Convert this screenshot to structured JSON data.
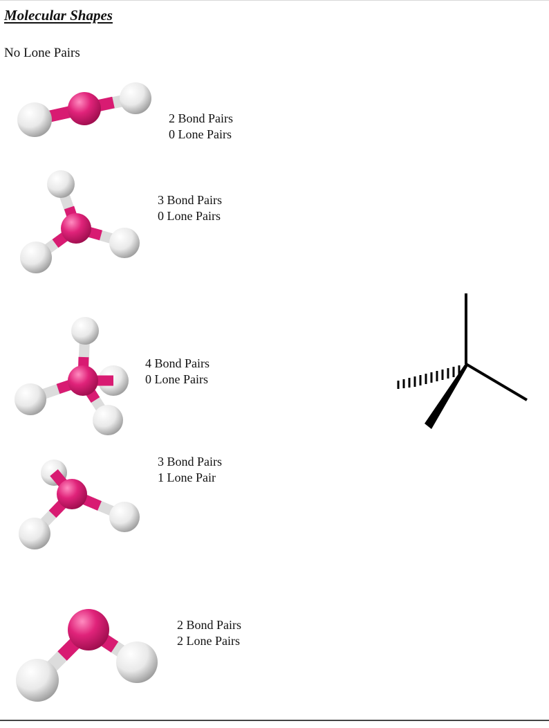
{
  "document": {
    "title": "Molecular Shapes",
    "section_heading": "No Lone Pairs"
  },
  "molecules": [
    {
      "bond_pairs": "2 Bond Pairs",
      "lone_pairs": "0 Lone Pairs"
    },
    {
      "bond_pairs": "3 Bond Pairs",
      "lone_pairs": "0 Lone Pairs"
    },
    {
      "bond_pairs": "4 Bond Pairs",
      "lone_pairs": "0 Lone Pairs"
    },
    {
      "bond_pairs": "3 Bond Pairs",
      "lone_pairs": "1 Lone Pair"
    },
    {
      "bond_pairs": "2 Bond Pairs",
      "lone_pairs": "2 Lone Pairs"
    }
  ],
  "colors": {
    "central_atom": "#d81b72",
    "outer_atom": "#f2f2f2",
    "bond": "#d81b72",
    "bond_light": "#e6e6e6",
    "line_drawing": "#000000"
  }
}
